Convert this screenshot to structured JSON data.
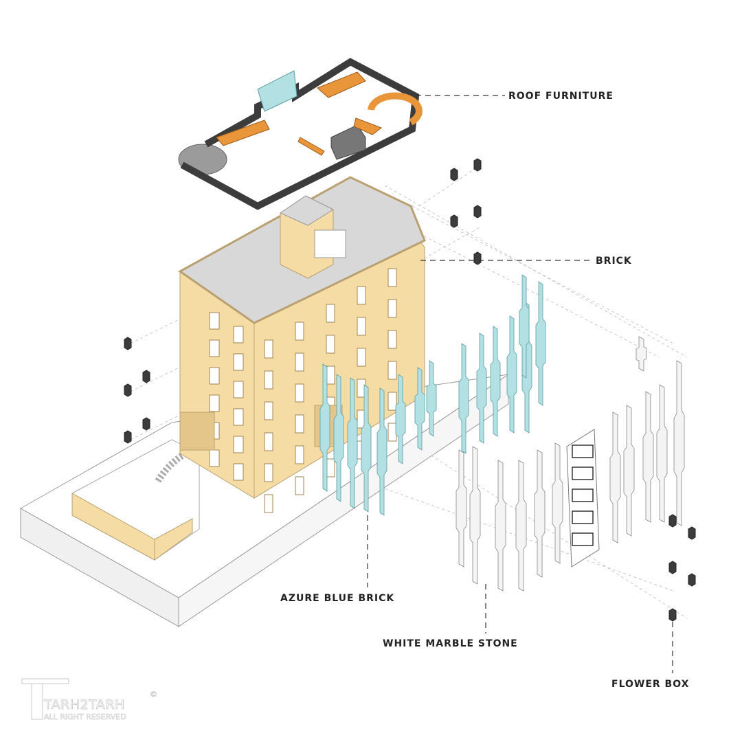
{
  "labels": {
    "roof_furniture": "ROOF FURNITURE",
    "brick": "BRICK",
    "azure_blue_brick": "AZURE BLUE BRICK",
    "white_marble_stone": "WHITE MARBLE STONE",
    "flower_box": "FLOWER BOX"
  },
  "logo": {
    "name": "TARH2TARH",
    "tagline": "ALL RIGHT RESERVED",
    "mark": "©"
  },
  "colors": {
    "brick": "#f5dba4",
    "azure": "#b3e0e3",
    "roof": "#d8d8d8",
    "frame": "#3c3c3c",
    "furniture": "#e9953a"
  }
}
